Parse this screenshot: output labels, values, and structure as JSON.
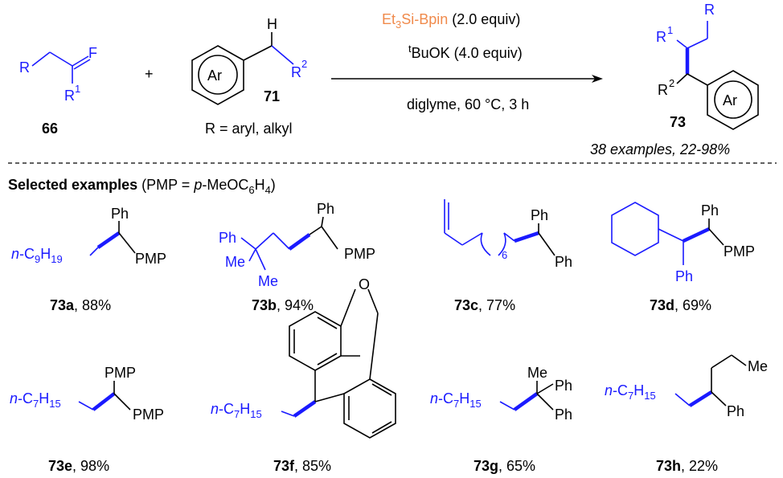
{
  "scheme": {
    "reagent1_pre": "Et",
    "reagent1_sub": "3",
    "reagent1_post": "Si-Bpin",
    "reagent1_equiv": " (2.0 equiv)",
    "reagent2_sup": "t",
    "reagent2": "BuOK (4.0 equiv)",
    "conditions": "diglyme, 60 °C, 3 h",
    "conditions_sup": "o",
    "compound66": "66",
    "compound71": "71",
    "compound73": "73",
    "r_note": "R = aryl, alkyl",
    "yield_note": "38 examples, 22-98%",
    "plus": "+",
    "ar": "Ar",
    "R": "R",
    "F": "F",
    "H": "H",
    "R1": "R",
    "sup1": "1",
    "sup2": "2"
  },
  "selected": {
    "heading_bold": "Selected examples",
    "heading_rest_pre": " (PMP = ",
    "heading_p": "p",
    "heading_rest_post": "-MeOC",
    "heading_sub6": "6",
    "heading_H": "H",
    "heading_sub4": "4",
    "heading_close": ")"
  },
  "groups": {
    "Ph": "Ph",
    "PMP": "PMP",
    "Me": "Me",
    "O": "O",
    "n": "n",
    "C9H19_C": "-C",
    "C9H19_sub1": "9",
    "C9H19_H": "H",
    "C9H19_sub2": "19",
    "C7H15_sub1": "7",
    "C7H15_sub2": "15",
    "six": "6"
  },
  "examples": [
    {
      "id": "73a",
      "yield": ", 88%"
    },
    {
      "id": "73b",
      "yield": ", 94%"
    },
    {
      "id": "73c",
      "yield": ", 77%"
    },
    {
      "id": "73d",
      "yield": ", 69%"
    },
    {
      "id": "73e",
      "yield": ", 98%"
    },
    {
      "id": "73f",
      "yield": ", 85%"
    },
    {
      "id": "73g",
      "yield": ", 65%"
    },
    {
      "id": "73h",
      "yield": ", 22%"
    }
  ]
}
